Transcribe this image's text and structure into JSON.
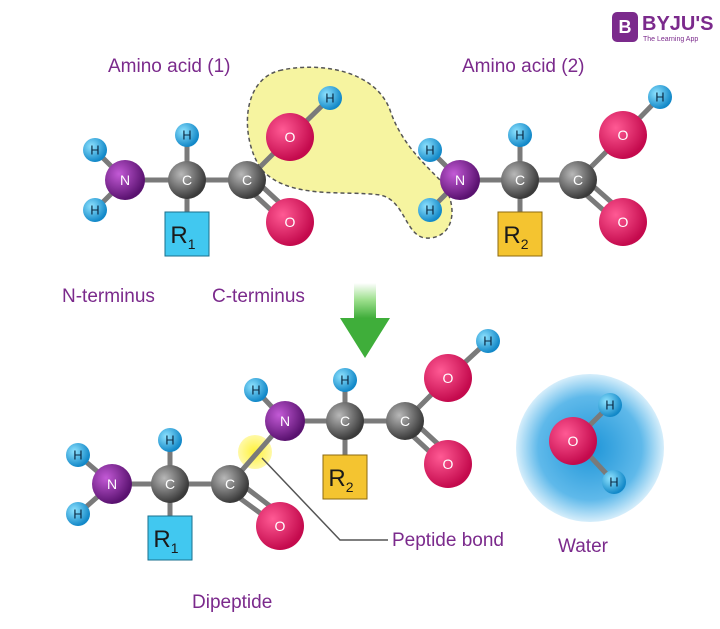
{
  "brand": {
    "name": "BYJU'S",
    "tagline": "The Learning App",
    "logo_letter": "B",
    "color": "#7b2a8c"
  },
  "labels": {
    "amino_acid_1": "Amino acid (1)",
    "amino_acid_2": "Amino acid (2)",
    "n_terminus": "N-terminus",
    "c_terminus": "C-terminus",
    "peptide_bond": "Peptide bond",
    "water": "Water",
    "dipeptide": "Dipeptide"
  },
  "atoms": {
    "N": "N",
    "C": "C",
    "O": "O",
    "H": "H"
  },
  "r_groups": {
    "r1": {
      "letter": "R",
      "sub": "1"
    },
    "r2": {
      "letter": "R",
      "sub": "2"
    }
  },
  "colors": {
    "nitrogen": "#7a1f8a",
    "carbon": "#555555",
    "oxygen": "#e0115f",
    "hydrogen": "#1aa3e0",
    "r1_box": "#41c8f0",
    "r2_box": "#f4c430",
    "highlight": "#f6f4a0",
    "arrow": "#4cbb47",
    "label": "#7b2a8c"
  }
}
